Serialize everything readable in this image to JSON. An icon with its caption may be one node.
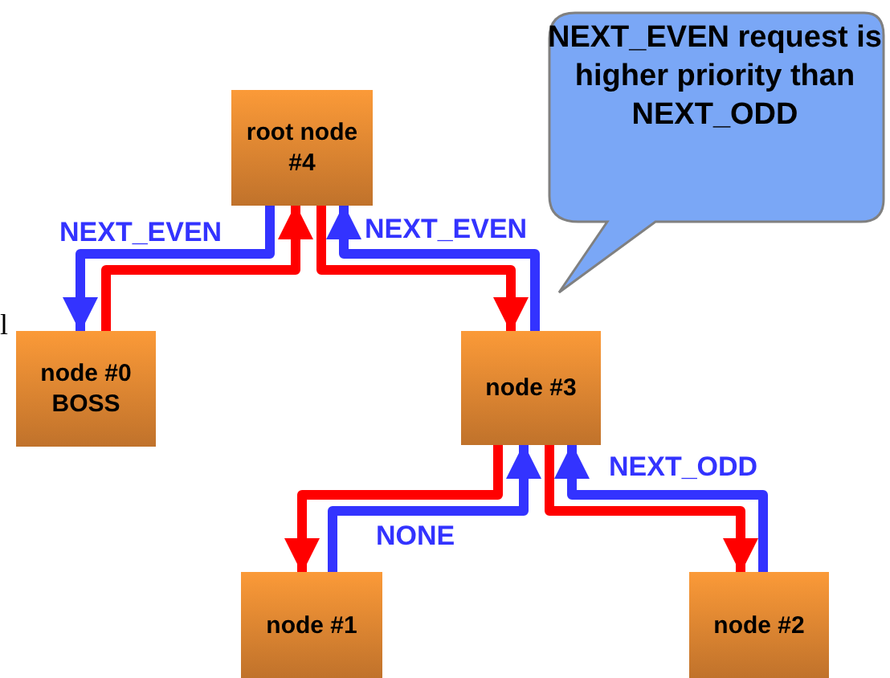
{
  "diagram": {
    "nodes": [
      {
        "text": [
          "root node #4"
        ]
      },
      {
        "text": [
          "node #0 BOSS"
        ]
      },
      {
        "text": [
          "node #3"
        ]
      },
      {
        "text": [
          "node #1"
        ]
      },
      {
        "text": [
          "node #2"
        ]
      },
      {
        "text": [
          "NEXT_EVEN request is higher priority than NEXT_ODD"
        ]
      }
    ],
    "edges": [
      {
        "from": 0,
        "to": 1,
        "arrow": "to",
        "label": "NEXT_EVEN",
        "color": "#3333ff"
      },
      {
        "from": 1,
        "to": 0,
        "arrow": "to",
        "color": "#ff0000"
      },
      {
        "from": 0,
        "to": 2,
        "arrow": "to",
        "color": "#ff0000"
      },
      {
        "from": 2,
        "to": 0,
        "arrow": "to",
        "label": "NEXT_EVEN",
        "color": "#3333ff"
      },
      {
        "from": 2,
        "to": 3,
        "arrow": "to",
        "color": "#ff0000"
      },
      {
        "from": 3,
        "to": 2,
        "arrow": "to",
        "label": "NONE",
        "color": "#3333ff"
      },
      {
        "from": 2,
        "to": 4,
        "arrow": "to",
        "color": "#ff0000"
      },
      {
        "from": 4,
        "to": 2,
        "arrow": "to",
        "label": "NEXT_ODD",
        "color": "#3333ff"
      }
    ],
    "labels": [
      "l"
    ]
  }
}
